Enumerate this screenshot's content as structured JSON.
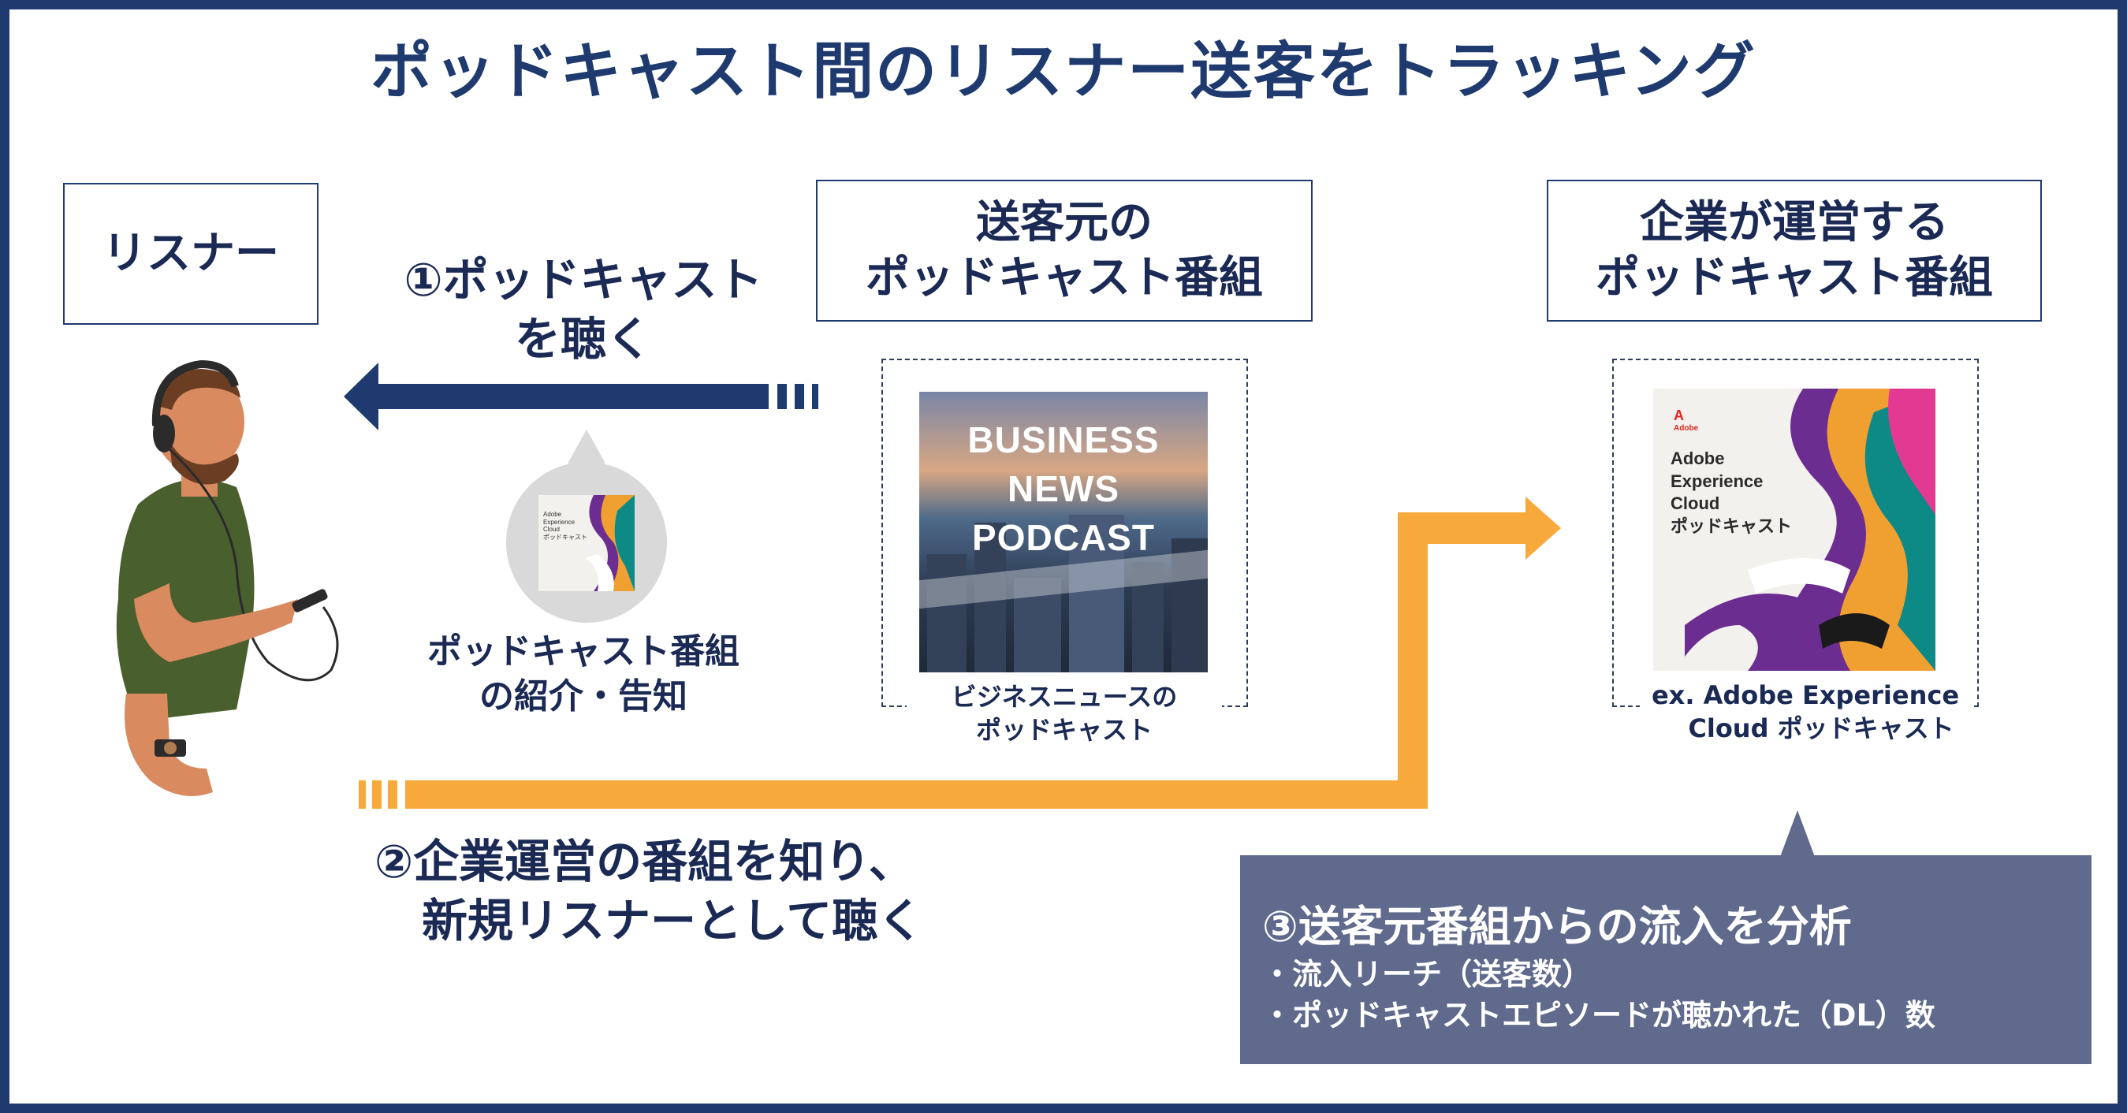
{
  "title": "ポッドキャスト間のリスナー送客をトラッキング",
  "boxes": {
    "listener": "リスナー",
    "source_line1": "送客元の",
    "source_line2": "ポッドキャスト番組",
    "company_line1": "企業が運営する",
    "company_line2": "ポッドキャスト番組"
  },
  "step1": {
    "line1": "①ポッドキャスト",
    "line2": "を聴く"
  },
  "intro": {
    "line1": "ポッドキャスト番組",
    "line2": "の紹介・告知"
  },
  "business_cover": {
    "line1": "BUSINESS",
    "line2": "NEWS",
    "line3": "PODCAST",
    "caption1": "ビジネスニュースの",
    "caption2": "ポッドキャスト"
  },
  "adobe_cover": {
    "logo": "A",
    "logo_text": "Adobe",
    "line1": "Adobe",
    "line2": "Experience",
    "line3": "Cloud",
    "line4": "ポッドキャスト",
    "caption1": "ex. Adobe Experience",
    "caption2": "Cloud ポッドキャスト"
  },
  "step2": {
    "line1": "②企業運営の番組を知り、",
    "line2": "新規リスナーとして聴く"
  },
  "analysis": {
    "heading": "③送客元番組からの流入を分析",
    "bullet1": "・流入リーチ（送客数）",
    "bullet2": "・ポッドキャストエピソードが聴かれた（DL）数"
  },
  "colors": {
    "navy": "#1e3a6e",
    "orange": "#f7a93b",
    "analysis_bg": "#5f6a8c",
    "bubble": "#d9d9d9"
  }
}
